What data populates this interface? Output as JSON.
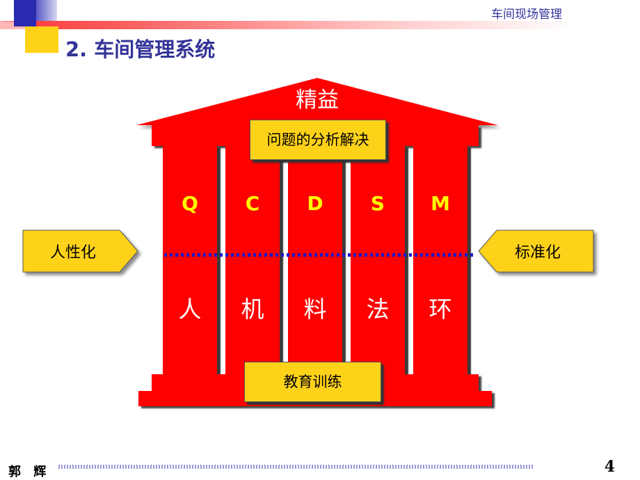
{
  "header": {
    "title": "车间现场管理"
  },
  "slide": {
    "title": "2.  车间管理系统"
  },
  "temple": {
    "roof_label": "精益",
    "top_box": "问题的分析解决",
    "bottom_box": "教育训练",
    "columns": [
      {
        "letter": "Q",
        "char": "人"
      },
      {
        "letter": "C",
        "char": "机"
      },
      {
        "letter": "D",
        "char": "料"
      },
      {
        "letter": "S",
        "char": "法"
      },
      {
        "letter": "M",
        "char": "环"
      }
    ]
  },
  "arrows": {
    "left": "人性化",
    "right": "标准化"
  },
  "footer": {
    "author": "郭 辉",
    "page": "4"
  },
  "colors": {
    "temple": "#ff0000",
    "box": "#ffd21a",
    "title": "#333399",
    "letters": "#ffff00"
  }
}
